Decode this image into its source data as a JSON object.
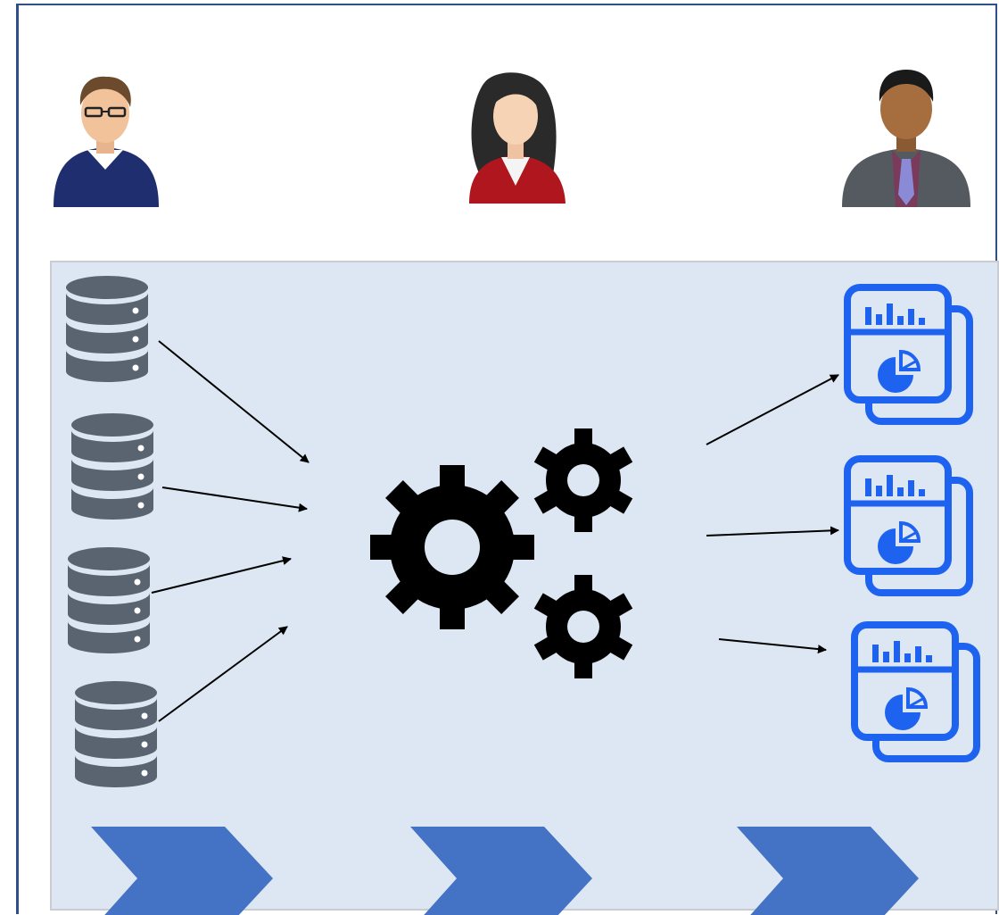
{
  "diagram": {
    "users": [
      {
        "name": "user-casual-man",
        "icon": "man-glasses-sweater-icon"
      },
      {
        "name": "user-woman",
        "icon": "woman-red-blazer-icon"
      },
      {
        "name": "user-businessman",
        "icon": "businessman-suit-tie-icon"
      }
    ],
    "sources": {
      "count": 4,
      "icon": "database-icon",
      "color": "#5a6370"
    },
    "process": {
      "icon": "gears-icon",
      "color": "#000000"
    },
    "outputs": {
      "count": 3,
      "icon": "report-document-icon",
      "color": "#1e63f0"
    },
    "stages": {
      "count": 3,
      "icon": "chevron-arrow-icon",
      "color": "#4472c4"
    },
    "colors": {
      "panel": "#dce7f3",
      "frame": "#2f4f8a",
      "arrow": "#000000"
    }
  }
}
